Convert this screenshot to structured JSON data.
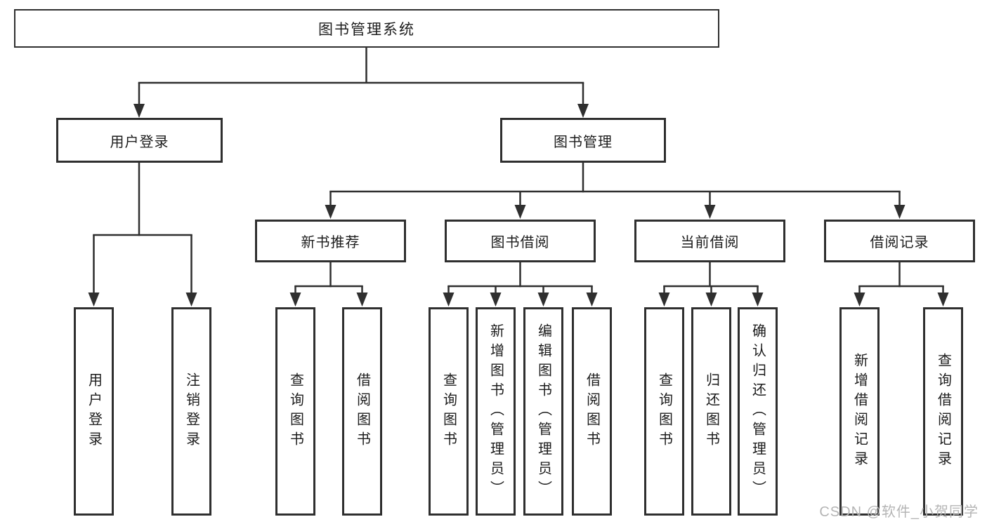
{
  "colors": {
    "line": "#2f2f2f",
    "box_border": "#2f2f2f",
    "text": "#1c1c1c",
    "watermark": "#b5b5b5",
    "background": "#ffffff"
  },
  "tree": {
    "label": "图书管理系统",
    "children": [
      {
        "label": "用户登录",
        "children": [
          {
            "label": "用户登录"
          },
          {
            "label": "注销登录"
          }
        ]
      },
      {
        "label": "图书管理",
        "children": [
          {
            "label": "新书推荐",
            "children": [
              {
                "label": "查询图书"
              },
              {
                "label": "借阅图书"
              }
            ]
          },
          {
            "label": "图书借阅",
            "children": [
              {
                "label": "查询图书"
              },
              {
                "label": "新增图书（管理员）"
              },
              {
                "label": "编辑图书（管理员）"
              },
              {
                "label": "借阅图书"
              }
            ]
          },
          {
            "label": "当前借阅",
            "children": [
              {
                "label": "查询图书"
              },
              {
                "label": "归还图书"
              },
              {
                "label": "确认归还（管理员）"
              }
            ]
          },
          {
            "label": "借阅记录",
            "children": [
              {
                "label": "新增借阅记录"
              },
              {
                "label": "查询借阅记录"
              }
            ]
          }
        ]
      }
    ]
  },
  "watermark": {
    "text": "CSDN @软件_小贺同学"
  }
}
